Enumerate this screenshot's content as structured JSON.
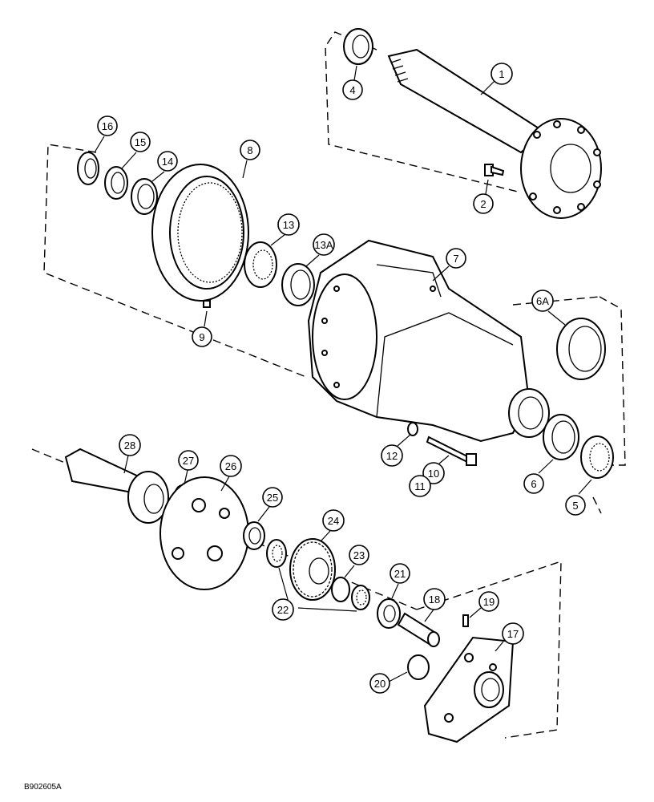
{
  "figure_id": "B902605A",
  "callouts": [
    {
      "id": "c1",
      "label": "1"
    },
    {
      "id": "c2",
      "label": "2"
    },
    {
      "id": "c4",
      "label": "4"
    },
    {
      "id": "c5",
      "label": "5"
    },
    {
      "id": "c6",
      "label": "6"
    },
    {
      "id": "c6a",
      "label": "6A"
    },
    {
      "id": "c7",
      "label": "7"
    },
    {
      "id": "c8",
      "label": "8"
    },
    {
      "id": "c9",
      "label": "9"
    },
    {
      "id": "c10",
      "label": "10"
    },
    {
      "id": "c11",
      "label": "11"
    },
    {
      "id": "c12",
      "label": "12"
    },
    {
      "id": "c13",
      "label": "13"
    },
    {
      "id": "c13a",
      "label": "13A"
    },
    {
      "id": "c14",
      "label": "14"
    },
    {
      "id": "c15",
      "label": "15"
    },
    {
      "id": "c16",
      "label": "16"
    },
    {
      "id": "c17",
      "label": "17"
    },
    {
      "id": "c18",
      "label": "18"
    },
    {
      "id": "c19",
      "label": "19"
    },
    {
      "id": "c20",
      "label": "20"
    },
    {
      "id": "c21",
      "label": "21"
    },
    {
      "id": "c22",
      "label": "22"
    },
    {
      "id": "c23",
      "label": "23"
    },
    {
      "id": "c24",
      "label": "24"
    },
    {
      "id": "c25",
      "label": "25"
    },
    {
      "id": "c26",
      "label": "26"
    },
    {
      "id": "c27",
      "label": "27"
    },
    {
      "id": "c28",
      "label": "28"
    }
  ]
}
